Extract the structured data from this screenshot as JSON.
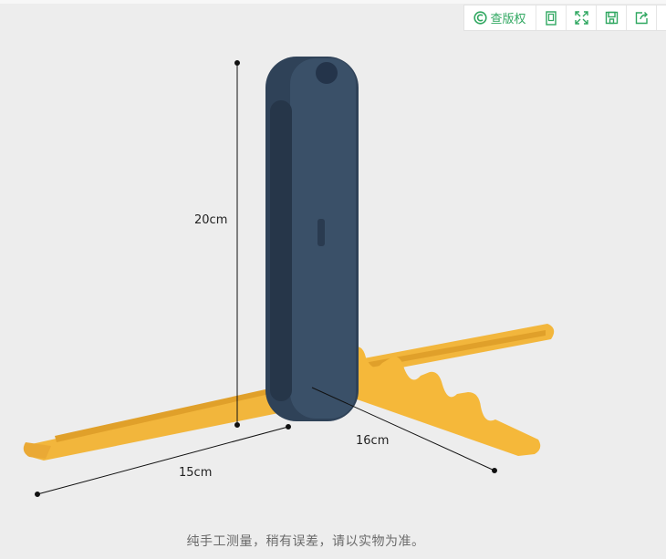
{
  "toolbar": {
    "copyright_label": "查版权",
    "icons": [
      "copyright-icon",
      "tablet-icon",
      "fullscreen-icon",
      "save-icon",
      "share-icon"
    ]
  },
  "dimensions": {
    "height": "20cm",
    "length_left": "15cm",
    "length_right": "16cm"
  },
  "caption": "纯手工测量，稍有误差，请以实物为准。",
  "colors": {
    "accent": "#2fa760",
    "product_body": "#2f4258",
    "product_arms": "#f2b63c"
  }
}
